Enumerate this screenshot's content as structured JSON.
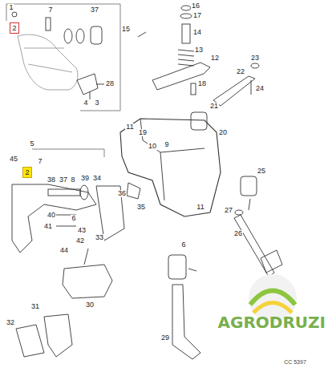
{
  "diagram": {
    "nodes": [
      {
        "text": [
          "2"
        ]
      },
      {
        "text": [
          "2"
        ]
      }
    ],
    "labels": [
      "1",
      "7",
      "37",
      "28",
      "4",
      "3",
      "16",
      "17",
      "15",
      "14",
      "13",
      "12",
      "23",
      "22",
      "24",
      "18",
      "21",
      "11",
      "19",
      "10",
      "9",
      "20",
      "5",
      "45",
      "7",
      "38",
      "37",
      "8",
      "39",
      "34",
      "36",
      "35",
      "40",
      "6",
      "41",
      "43",
      "42",
      "44",
      "33",
      "11",
      "25",
      "27",
      "26",
      "6",
      "30",
      "31",
      "32",
      "29",
      "CC 5397",
      "AGRODRUZI"
    ]
  }
}
